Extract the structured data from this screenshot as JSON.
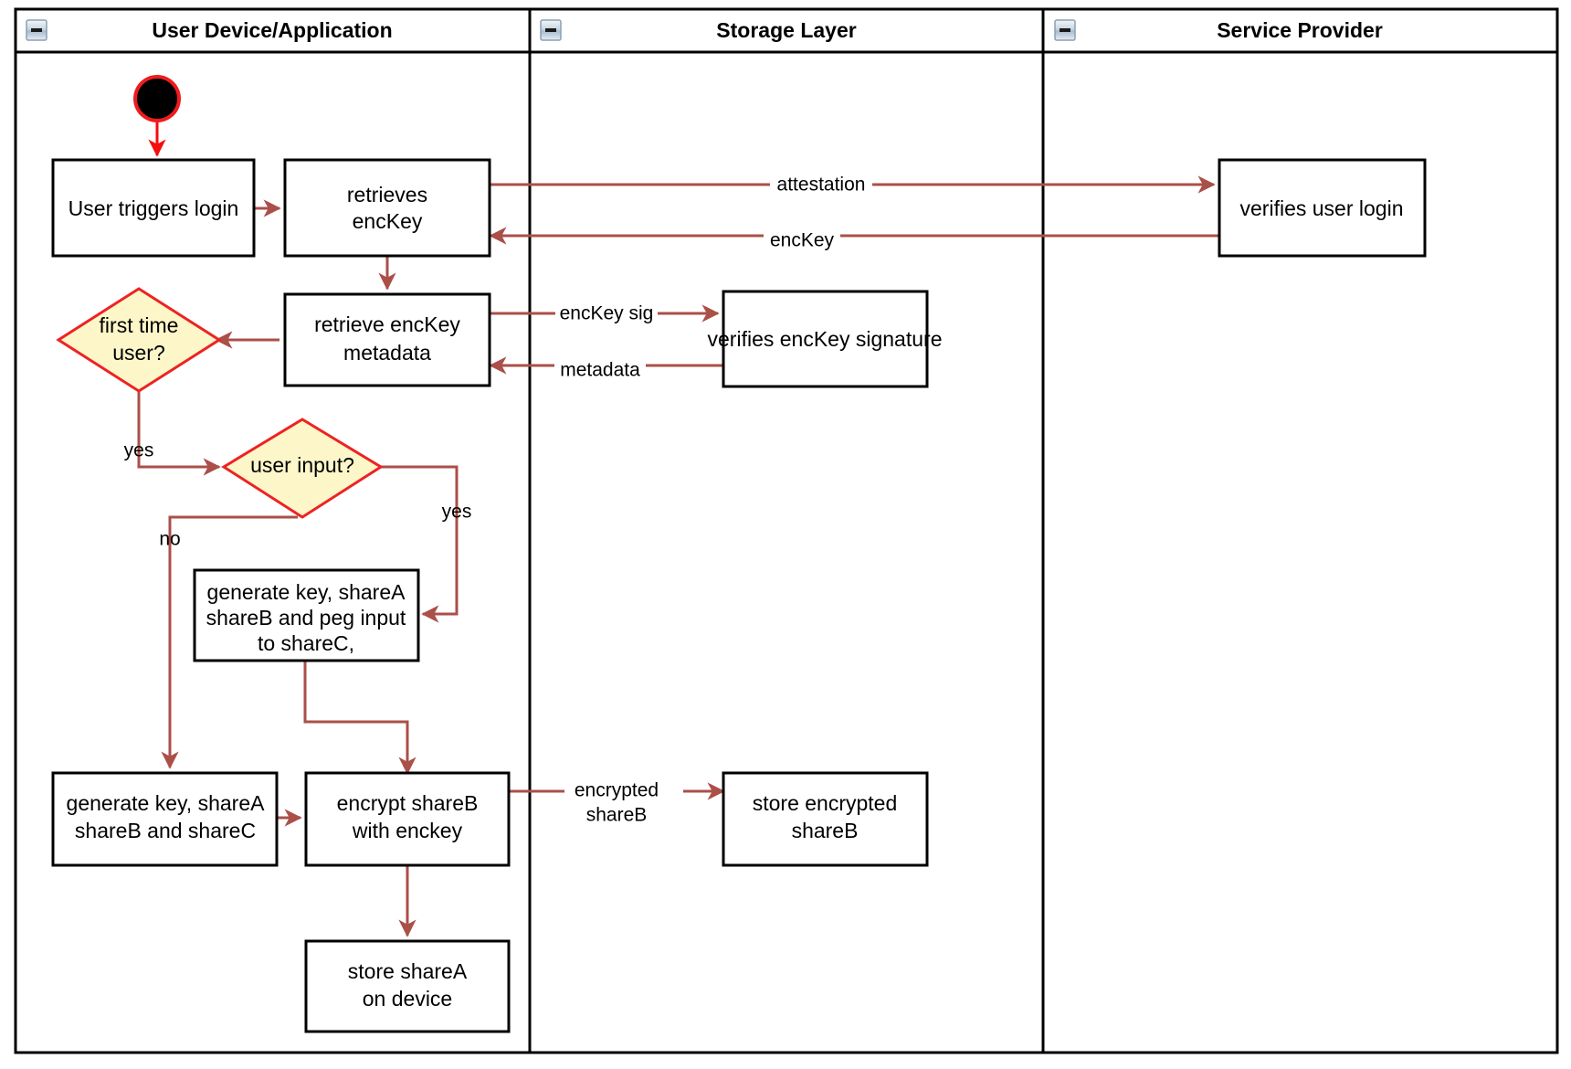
{
  "diagram": {
    "title": "Login and key-share provisioning activity diagram",
    "colors": {
      "lane_border": "#000000",
      "node_border": "#000000",
      "node_fill": "#ffffff",
      "decision_fill": "#fdf6c9",
      "decision_border": "#ee2222",
      "connector": "#ab4f49",
      "start_connector": "#f60d0d",
      "start_node_fill": "#000000",
      "start_node_ring": "#ee1c1c",
      "text": "#000000"
    },
    "lanes": [
      {
        "id": "lane-user-device",
        "label": "User Device/Application",
        "collapse_icon": "minus-icon"
      },
      {
        "id": "lane-storage",
        "label": "Storage Layer",
        "collapse_icon": "minus-icon"
      },
      {
        "id": "lane-service-provider",
        "label": "Service Provider",
        "collapse_icon": "minus-icon"
      }
    ],
    "nodes": {
      "start": {
        "type": "initial-node",
        "label": ""
      },
      "user_triggers_login": {
        "type": "action",
        "lines": [
          "User triggers login"
        ]
      },
      "retrieves_enckey": {
        "type": "action",
        "lines": [
          "retrieves",
          "encKey"
        ]
      },
      "retrieve_enckey_metadata": {
        "type": "action",
        "lines": [
          "retrieve encKey",
          "metadata"
        ]
      },
      "first_time_user": {
        "type": "decision",
        "lines": [
          "first time",
          "user?"
        ]
      },
      "user_input": {
        "type": "decision",
        "lines": [
          "user input?"
        ]
      },
      "generate_key_peg": {
        "type": "action",
        "lines": [
          "generate key, shareA",
          "shareB and peg input",
          "to shareC,"
        ]
      },
      "generate_key_shares": {
        "type": "action",
        "lines": [
          "generate key, shareA",
          "shareB and shareC"
        ]
      },
      "encrypt_shareb": {
        "type": "action",
        "lines": [
          "encrypt shareB",
          "with enckey"
        ]
      },
      "store_sharea": {
        "type": "action",
        "lines": [
          "store shareA",
          "on device"
        ]
      },
      "verifies_enckey_signature": {
        "type": "action",
        "lines": [
          "verifies encKey signature"
        ]
      },
      "store_encrypted_shareb": {
        "type": "action",
        "lines": [
          "store encrypted",
          "shareB"
        ]
      },
      "verifies_user_login": {
        "type": "action",
        "lines": [
          "verifies user login"
        ]
      }
    },
    "edge_labels": {
      "attestation": "attestation",
      "enckey": "encKey",
      "enckey_sig": "encKey sig",
      "metadata": "metadata",
      "first_time_yes": "yes",
      "user_input_yes": "yes",
      "user_input_no": "no",
      "encrypted_shareb_1": "encrypted",
      "encrypted_shareb_2": "shareB"
    }
  }
}
